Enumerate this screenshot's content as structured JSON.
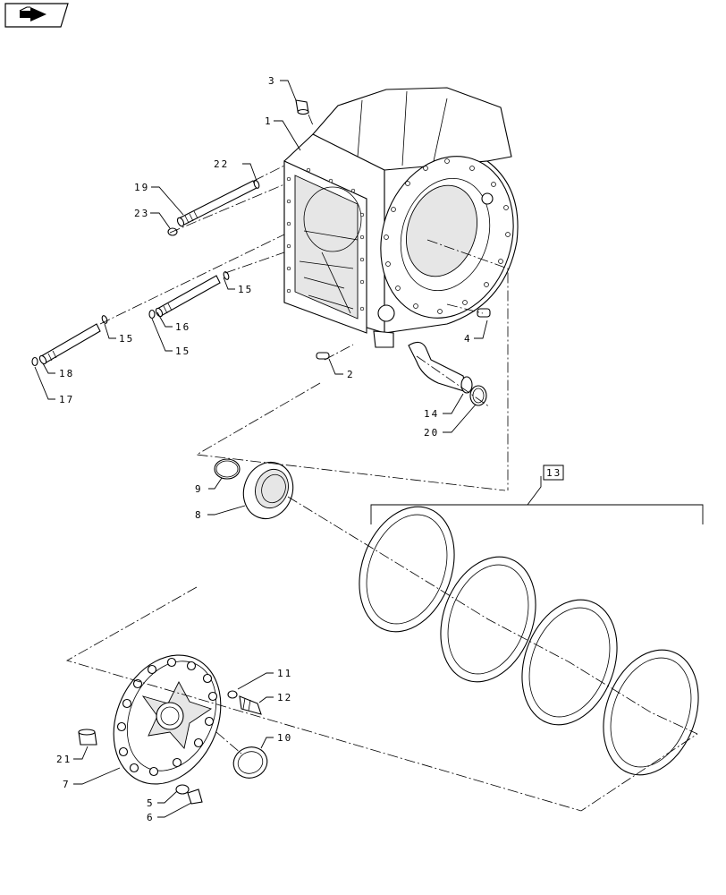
{
  "nav": {
    "icon": "previous-page-arrow-icon"
  },
  "callouts": {
    "c1": "1",
    "c2": "2",
    "c3": "3",
    "c4": "4",
    "c5": "5",
    "c6": "6",
    "c7": "7",
    "c8": "8",
    "c9": "9",
    "c10": "10",
    "c11": "11",
    "c12": "12",
    "c13": "13",
    "c14": "14",
    "c15a": "15",
    "c15b": "15",
    "c15c": "15",
    "c16": "16",
    "c17": "17",
    "c18": "18",
    "c19": "19",
    "c20": "20",
    "c21": "21",
    "c22": "22",
    "c23": "23"
  }
}
